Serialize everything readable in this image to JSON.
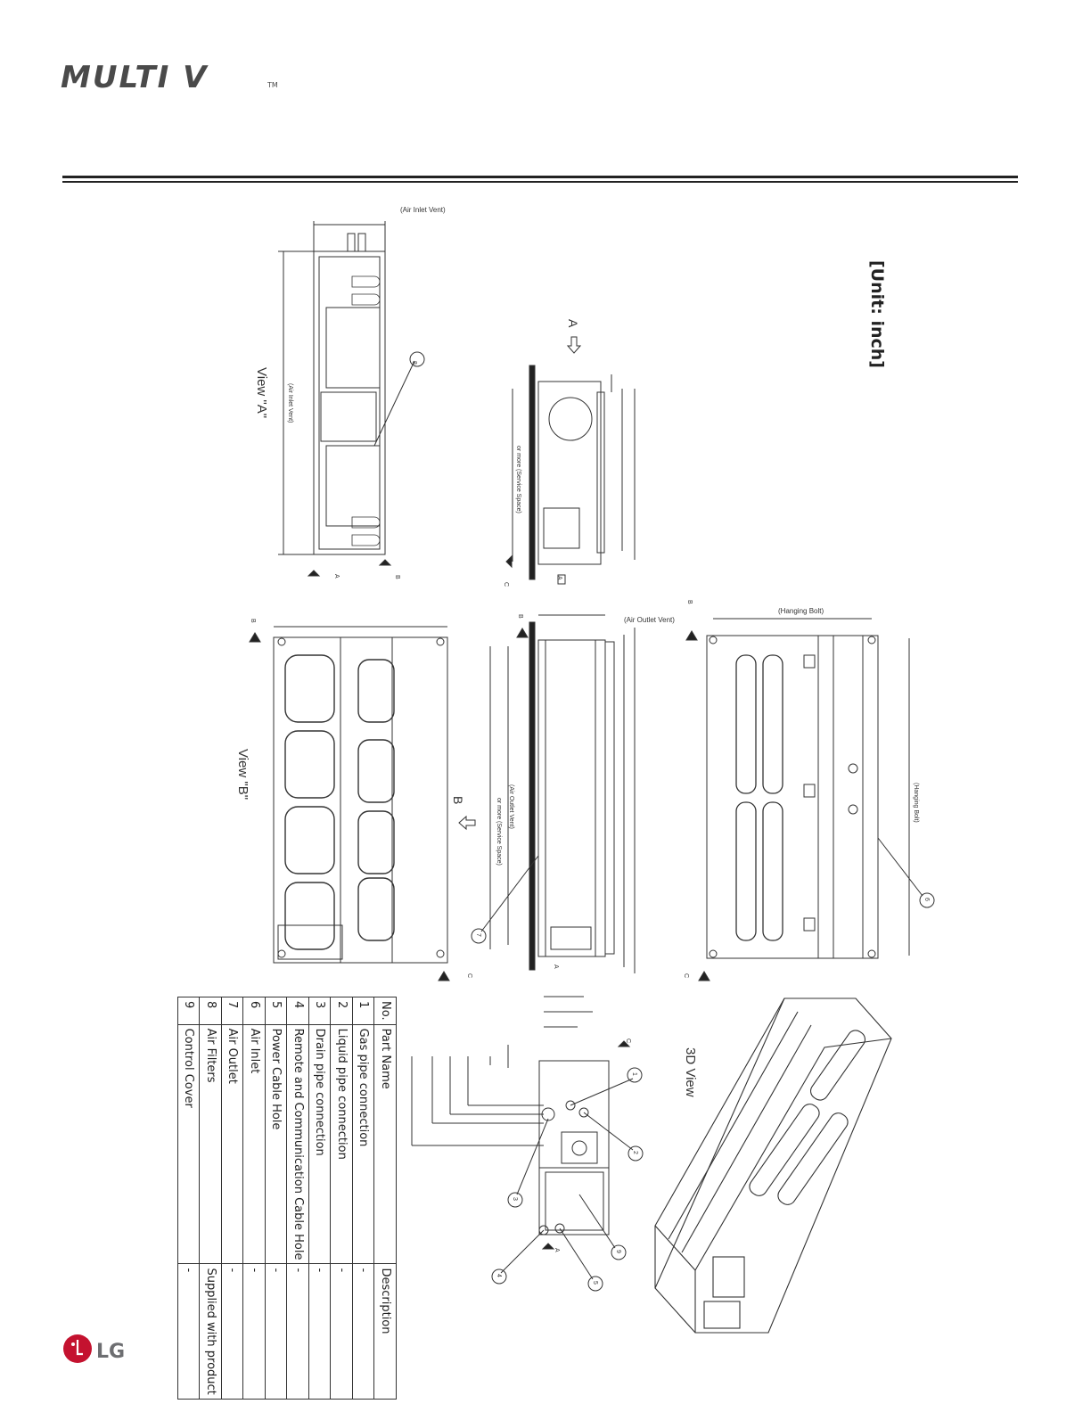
{
  "brand": {
    "logo_text": "MULTI V",
    "trademark": "TM",
    "footer_logo": "LG"
  },
  "unit_label": "[Unit: inch]",
  "views": {
    "view_a": "View \"A\"",
    "view_b": "View \"B\"",
    "view_3d": "3D View",
    "arrow_a": "A",
    "arrow_b": "B"
  },
  "dimension_notes": {
    "air_inlet_vent": "(Air Inlet Vent)",
    "air_outlet_vent": "(Air Outlet Vent)",
    "service_space": "or more (Service Space)",
    "hanging_bolt": "(Hanging Bolt)"
  },
  "section_markers": [
    "A",
    "B",
    "C"
  ],
  "callouts": [
    "1",
    "2",
    "3",
    "4",
    "5",
    "6",
    "7",
    "8",
    "9"
  ],
  "parts_table": {
    "headers": {
      "no": "No.",
      "name": "Part Name",
      "description": "Description"
    },
    "rows": [
      {
        "no": "1",
        "name": "Gas pipe connection",
        "description": "-"
      },
      {
        "no": "2",
        "name": "Liquid pipe connection",
        "description": "-"
      },
      {
        "no": "3",
        "name": "Drain pipe connection",
        "description": "-"
      },
      {
        "no": "4",
        "name": "Remote and Communication Cable Hole",
        "description": "-"
      },
      {
        "no": "5",
        "name": "Power Cable Hole",
        "description": "-"
      },
      {
        "no": "6",
        "name": "Air Inlet",
        "description": "-"
      },
      {
        "no": "7",
        "name": "Air Outlet",
        "description": "-"
      },
      {
        "no": "8",
        "name": "Air Filters",
        "description": "Supplied with product"
      },
      {
        "no": "9",
        "name": "Control Cover",
        "description": "-"
      }
    ]
  }
}
